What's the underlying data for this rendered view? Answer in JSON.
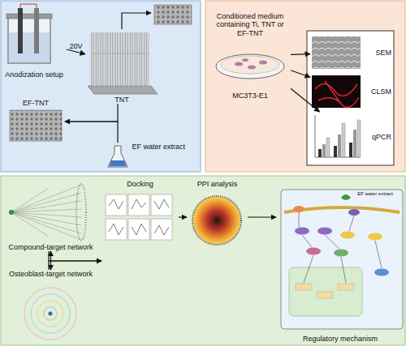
{
  "diagram": {
    "nodes": [
      {
        "text": [
          "Anodization setup"
        ]
      },
      {
        "text": [
          "TNT"
        ]
      },
      {
        "text": [
          "EF-TNT"
        ]
      },
      {
        "text": [
          "EF water extract"
        ]
      },
      {
        "text": [
          "Conditioned medium containing Ti, TNT or EF-TNT",
          "MC3T3-E1"
        ]
      },
      {
        "text": [
          "SEM"
        ]
      },
      {
        "text": [
          "CLSM"
        ]
      },
      {
        "text": [
          "qPCR"
        ]
      },
      {
        "text": [
          "Compound-target network"
        ]
      },
      {
        "text": [
          "Osteoblast-target network"
        ]
      },
      {
        "text": [
          "Docking"
        ]
      },
      {
        "text": [
          "PPI analysis"
        ]
      },
      {
        "text": [
          "Regulatory mechanism"
        ]
      }
    ],
    "edges": [
      {
        "from": 0,
        "to": 1,
        "arrow": "to",
        "label": "20V"
      },
      {
        "from": 1,
        "to": 2,
        "arrow": "to"
      },
      {
        "from": 3,
        "to": 2,
        "arrow": "to"
      },
      {
        "from": 4,
        "to": 5,
        "arrow": "to"
      },
      {
        "from": 4,
        "to": 6,
        "arrow": "to"
      },
      {
        "from": 4,
        "to": 7,
        "arrow": "to"
      },
      {
        "from": 8,
        "to": 9,
        "arrow": "both"
      },
      {
        "from": 8,
        "to": 10,
        "arrow": "to"
      },
      {
        "from": 9,
        "to": 10,
        "arrow": "to"
      },
      {
        "from": 10,
        "to": 11,
        "arrow": "to"
      },
      {
        "from": 11,
        "to": 12,
        "arrow": "to"
      }
    ],
    "labels": [
      "EF water extract"
    ]
  }
}
